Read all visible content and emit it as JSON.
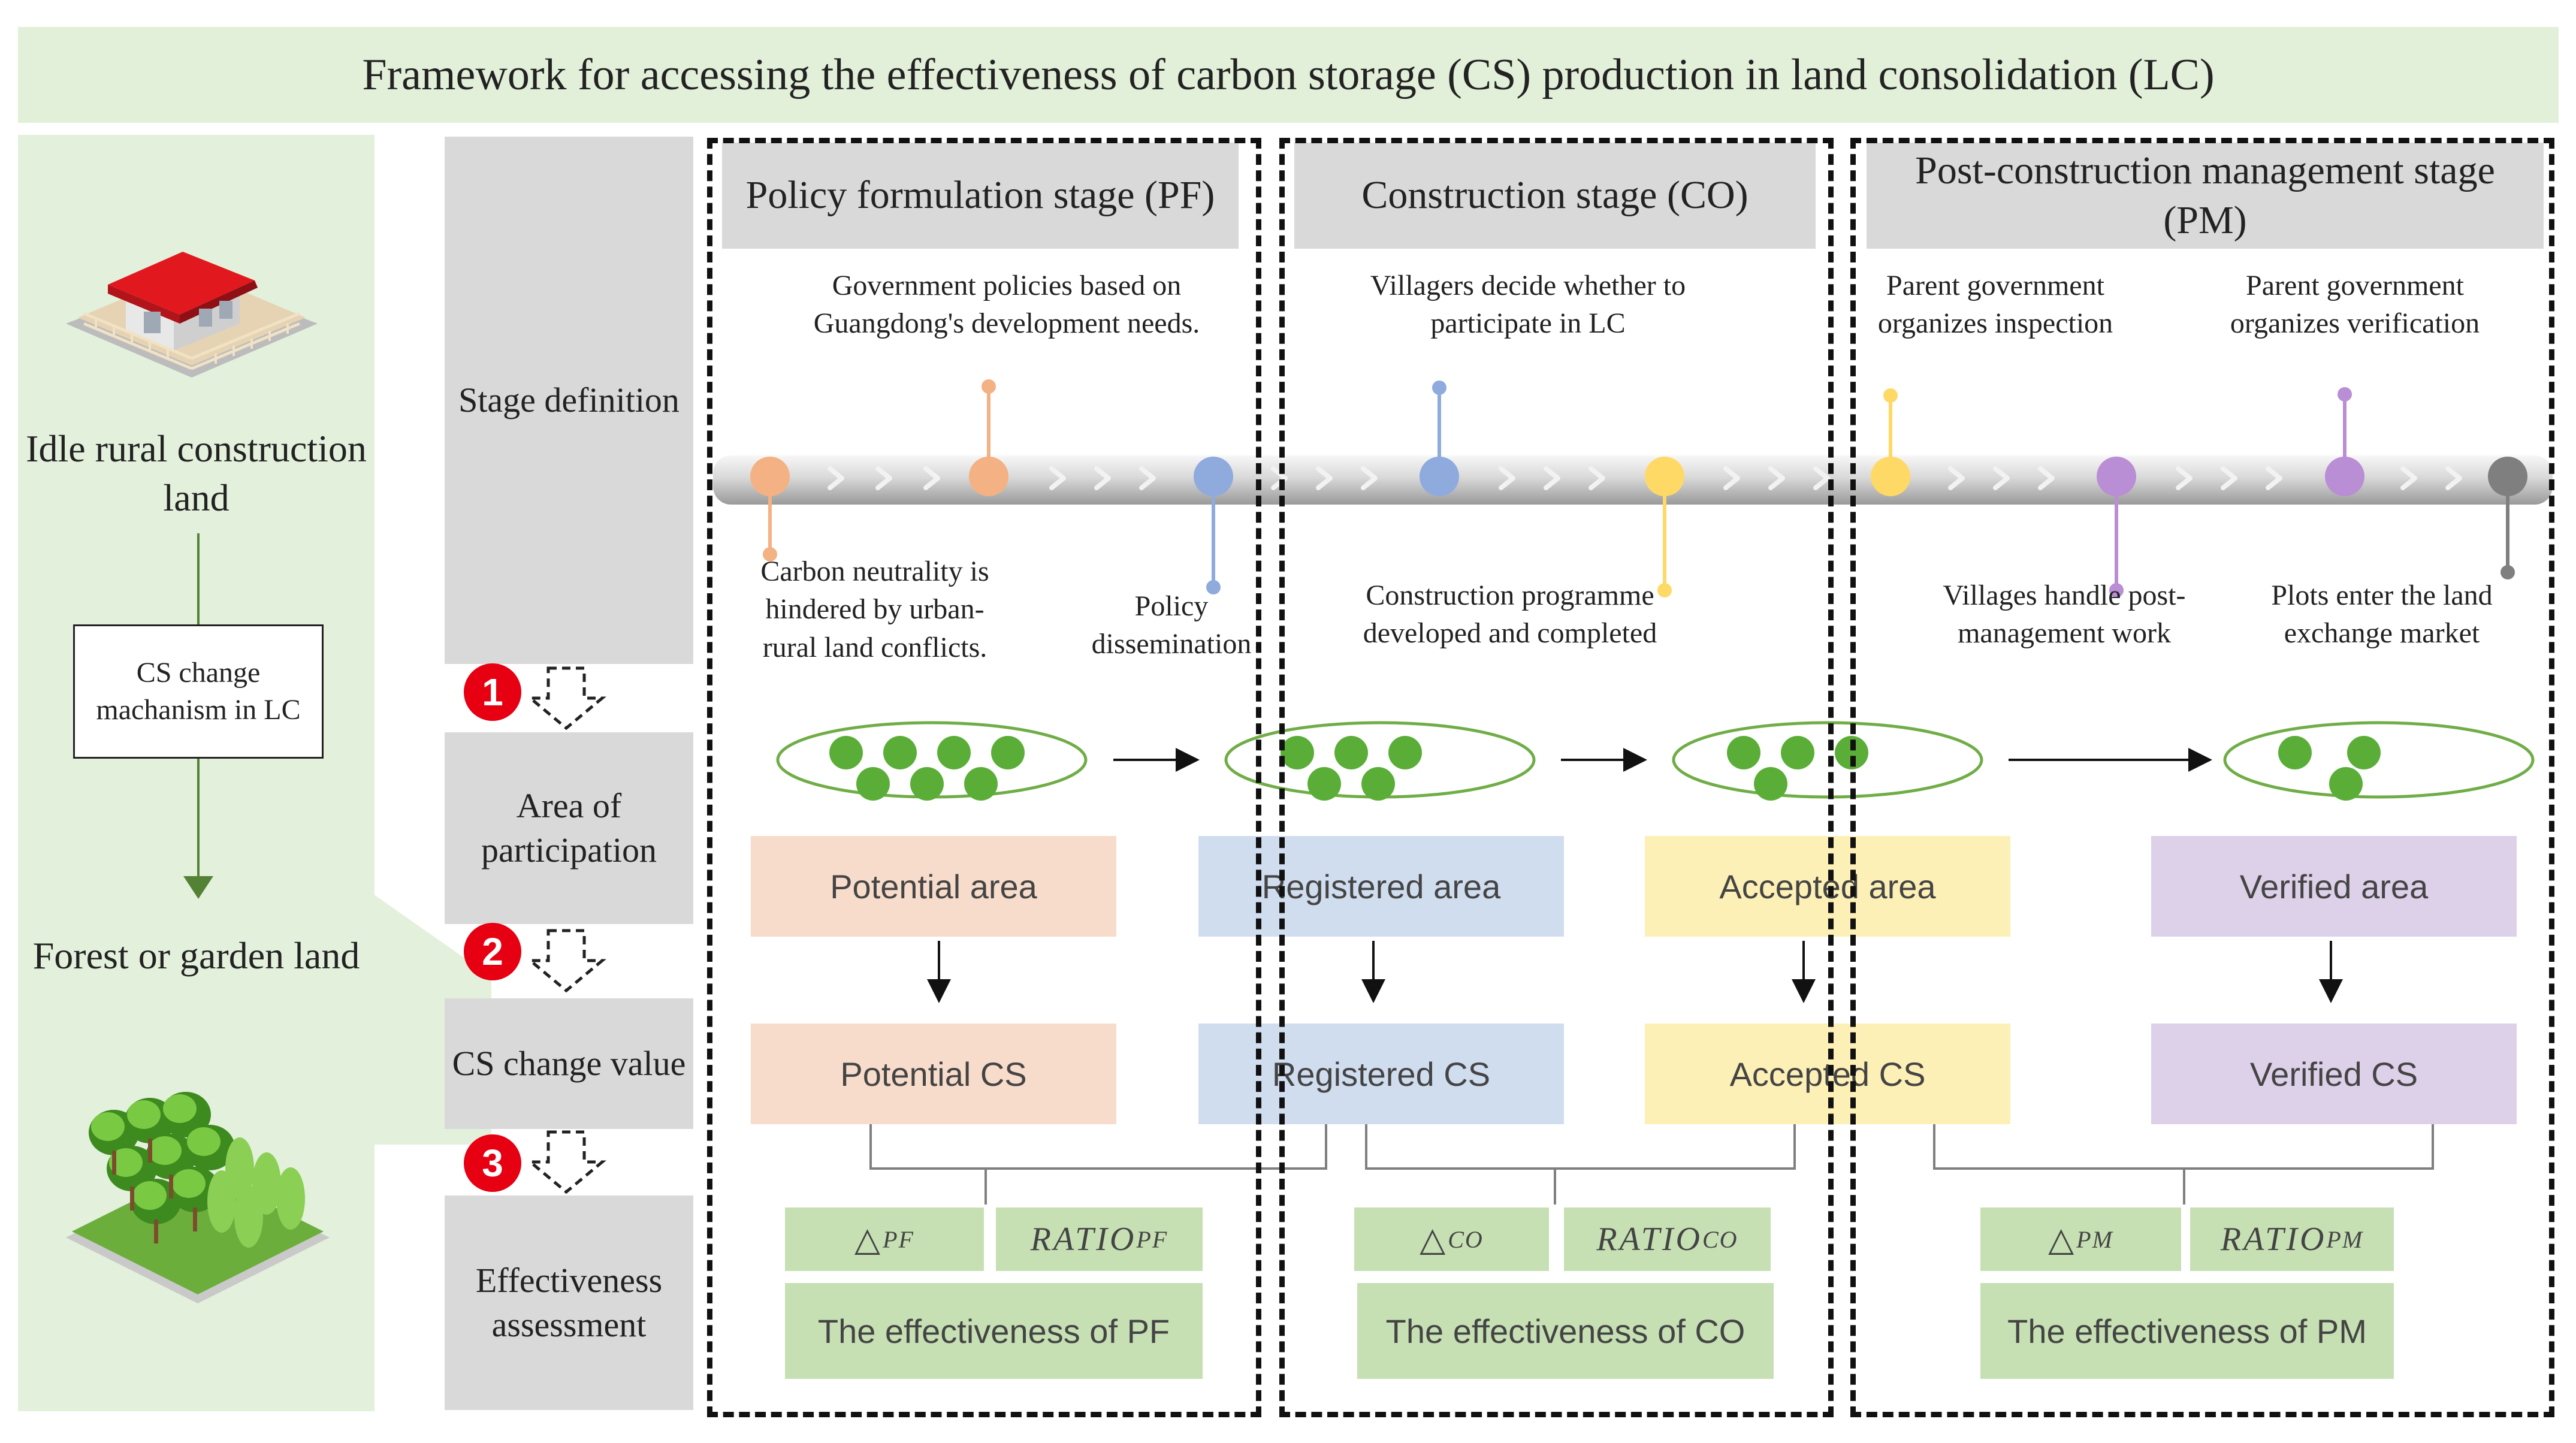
{
  "title": "Framework for accessing the effectiveness of carbon storage (CS) production in  land consolidation (LC)",
  "left": {
    "top_label": "Idle rural construction land",
    "mechanism": "CS change machanism in LC",
    "bottom_label": "Forest or garden land",
    "house_icon": "house-icon",
    "forest_icon": "forest-icon"
  },
  "rows": {
    "stage_definition": "Stage definition",
    "area_participation": "Area of participation",
    "cs_change": "CS change value",
    "effectiveness": "Effectiveness assessment",
    "badges": [
      "1",
      "2",
      "3"
    ]
  },
  "stages": {
    "pf": "Policy formulation stage (PF)",
    "co": "Construction stage (CO)",
    "pm": "Post-construction management stage (PM)"
  },
  "timeline": {
    "above": {
      "gov_policies": "Government policies based on Guangdong's development needs.",
      "villagers": "Villagers decide whether to participate in LC",
      "inspection": "Parent government organizes inspection",
      "verification": "Parent government organizes verification"
    },
    "below": {
      "carbon": "Carbon neutrality is hindered by urban-rural land conflicts.",
      "dissemination": "Policy dissemination",
      "programme": "Construction programme developed and completed",
      "post_mgmt": "Villages handle post-management work",
      "plots": "Plots enter the land exchange market"
    },
    "colors": {
      "orange": "#f4b183",
      "blue": "#8faadc",
      "yellow": "#ffd966",
      "purple": "#b98ed5",
      "gray": "#7f7f7f"
    }
  },
  "areas": {
    "potential": "Potential area",
    "registered": "Registered area",
    "accepted": "Accepted area",
    "verified": "Verified area"
  },
  "cs": {
    "potential": "Potential CS",
    "registered": "Registered CS",
    "accepted": "Accepted CS",
    "verified": "Verified CS"
  },
  "metrics": {
    "delta": "△",
    "ratio": "RATIO",
    "pf": "PF",
    "co": "CO",
    "pm": "PM"
  },
  "effectiveness": {
    "pf": "The effectiveness of PF",
    "co": "The effectiveness of CO",
    "pm": "The effectiveness of PM"
  },
  "colors": {
    "dot_green": "#5aae38",
    "ellipse_border": "#70ad47",
    "light_green": "#e2efd9"
  }
}
